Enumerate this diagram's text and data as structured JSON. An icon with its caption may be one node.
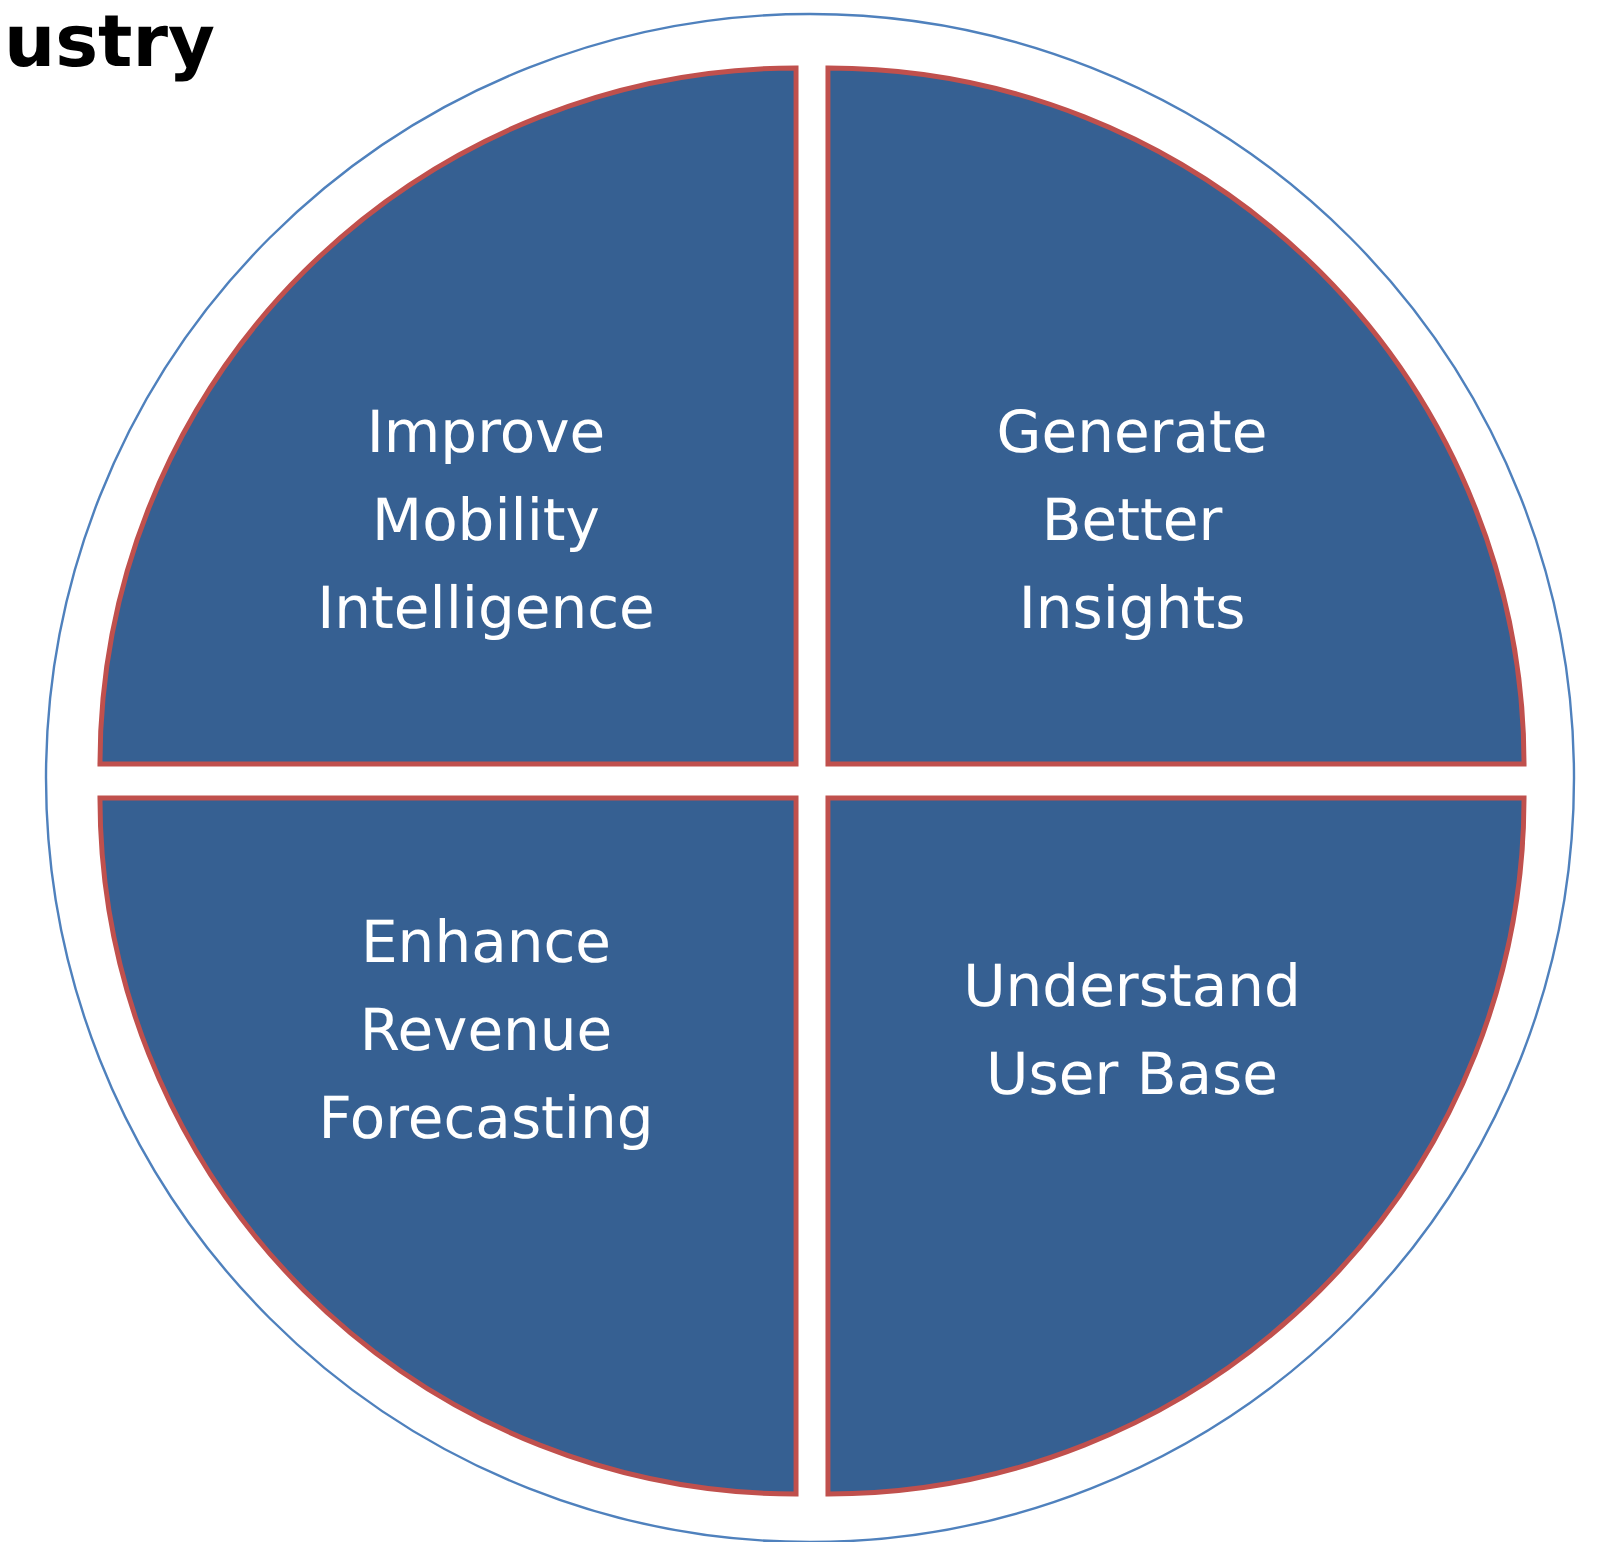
{
  "diagram": {
    "title": "ustry",
    "nodes": [
      {
        "text": [
          "Improve Mobility Intelligence"
        ]
      },
      {
        "text": [
          "Generate Better Insights"
        ]
      },
      {
        "text": [
          "Enhance Revenue Forecasting"
        ]
      },
      {
        "text": [
          "Understand User Base"
        ]
      }
    ]
  }
}
